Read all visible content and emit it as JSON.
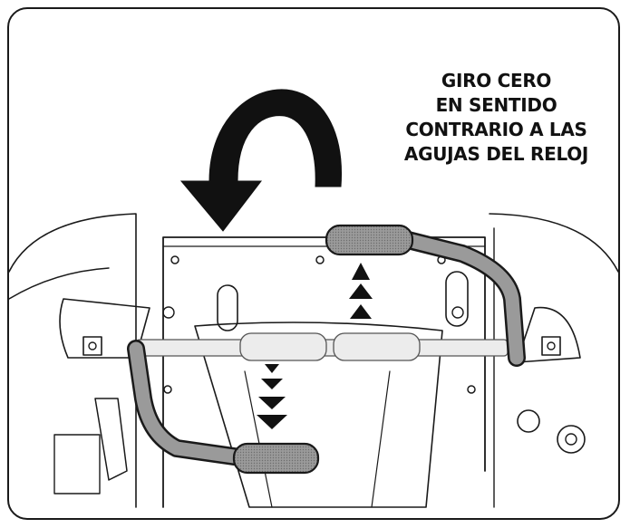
{
  "caption": {
    "lines": [
      "GIRO CERO",
      "EN SENTIDO",
      "CONTRARIO A LAS",
      "AGUJAS DEL RELOJ"
    ]
  },
  "colors": {
    "outline": "#1a1a1a",
    "grip_fill": "#8c8c8c",
    "ghost_fill": "#e6e6e6"
  },
  "icons": {
    "rotation_arrow": "counterclockwise-turn-arrow",
    "up_arrows": "triangle-up",
    "down_arrows": "triangle-down"
  }
}
